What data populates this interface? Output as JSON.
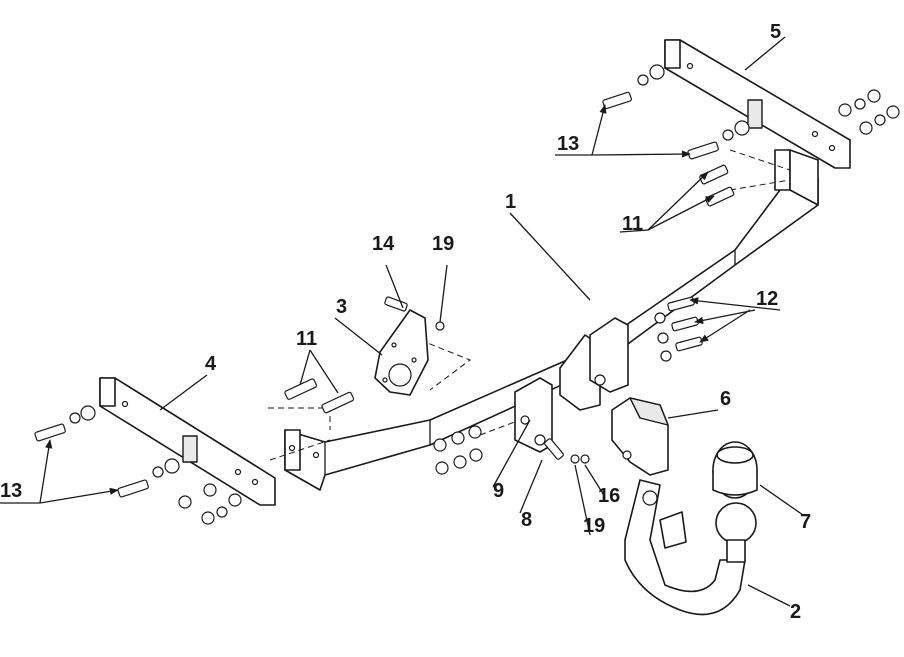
{
  "figure": {
    "callouts": {
      "c1": "1",
      "c2": "2",
      "c3": "3",
      "c4": "4",
      "c5": "5",
      "c6": "6",
      "c7": "7",
      "c8": "8",
      "c9": "9",
      "c11_left": "11",
      "c11_right": "11",
      "c12": "12",
      "c13_left": "13",
      "c13_right": "13",
      "c14": "14",
      "c16": "16",
      "c19_top": "19",
      "c19_bottom": "19"
    }
  }
}
